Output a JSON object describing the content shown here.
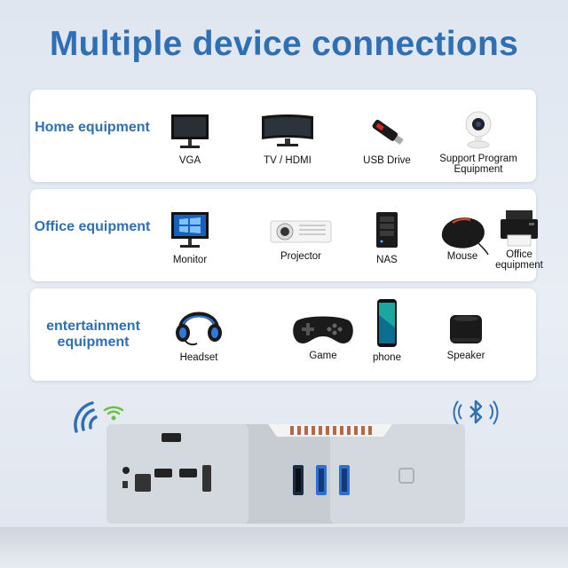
{
  "title": "Multiple device connections",
  "home": {
    "category": "Home equipment",
    "items": [
      {
        "icon": "monitor-icon",
        "label": "VGA"
      },
      {
        "icon": "curved-tv-icon",
        "label": "TV / HDMI"
      },
      {
        "icon": "usb-drive-icon",
        "label": "USB Drive"
      },
      {
        "icon": "security-camera-icon",
        "label": "Support Program Equipment"
      }
    ]
  },
  "office": {
    "category": "Office equipment",
    "items": [
      {
        "icon": "monitor-icon",
        "label": "Monitor"
      },
      {
        "icon": "projector-icon",
        "label": "Projector"
      },
      {
        "icon": "nas-icon",
        "label": "NAS"
      },
      {
        "icon": "mouse-icon",
        "label": "Mouse"
      },
      {
        "icon": "printer-icon",
        "label": "Office equipment"
      }
    ]
  },
  "entertainment": {
    "category": "entertainment equipment",
    "items": [
      {
        "icon": "headset-icon",
        "label": "Headset"
      },
      {
        "icon": "gamepad-icon",
        "label": "Game"
      },
      {
        "icon": "phone-icon",
        "label": "phone"
      },
      {
        "icon": "speaker-icon",
        "label": "Speaker"
      }
    ]
  },
  "colors": {
    "accent": "#2f6fb4",
    "wifi_green": "#6cc04a",
    "device": "#c9ced6"
  }
}
